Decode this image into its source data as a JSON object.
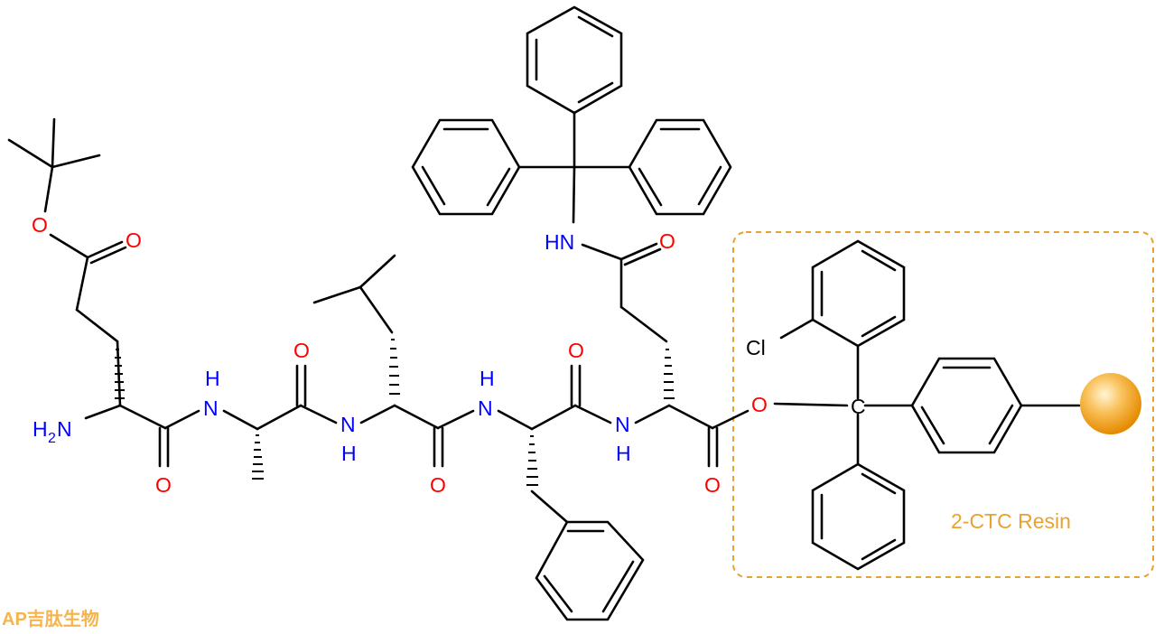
{
  "structure": {
    "atom_labels": {
      "o_ester_single": "O",
      "o_ester_double": "O",
      "nh2": "H",
      "nh2_sub": "2",
      "nh2_n": "N",
      "o_glu1": "O",
      "nh_ala": "H",
      "nh_ala_n": "N",
      "o_ala": "O",
      "nh_leu": "N",
      "nh_leu_h": "H",
      "o_leu": "O",
      "nh_phe": "H",
      "nh_phe_n": "N",
      "o_phe": "O",
      "nh_gln": "N",
      "nh_gln_h": "H",
      "o_gln": "O",
      "o_link": "O",
      "c_center": "C",
      "nh_trt": "HN",
      "o_amide_trt": "O",
      "cl": "Cl"
    },
    "colors": {
      "bond": "#000000",
      "oxygen": "#ff0000",
      "nitrogen": "#0000ff",
      "resin_box": "#e8a133",
      "resin_bead": "#f5a623",
      "watermark": "#f39c12"
    }
  },
  "resin": {
    "label": "2-CTC Resin"
  },
  "watermark": {
    "text": "AP吉肽生物"
  }
}
